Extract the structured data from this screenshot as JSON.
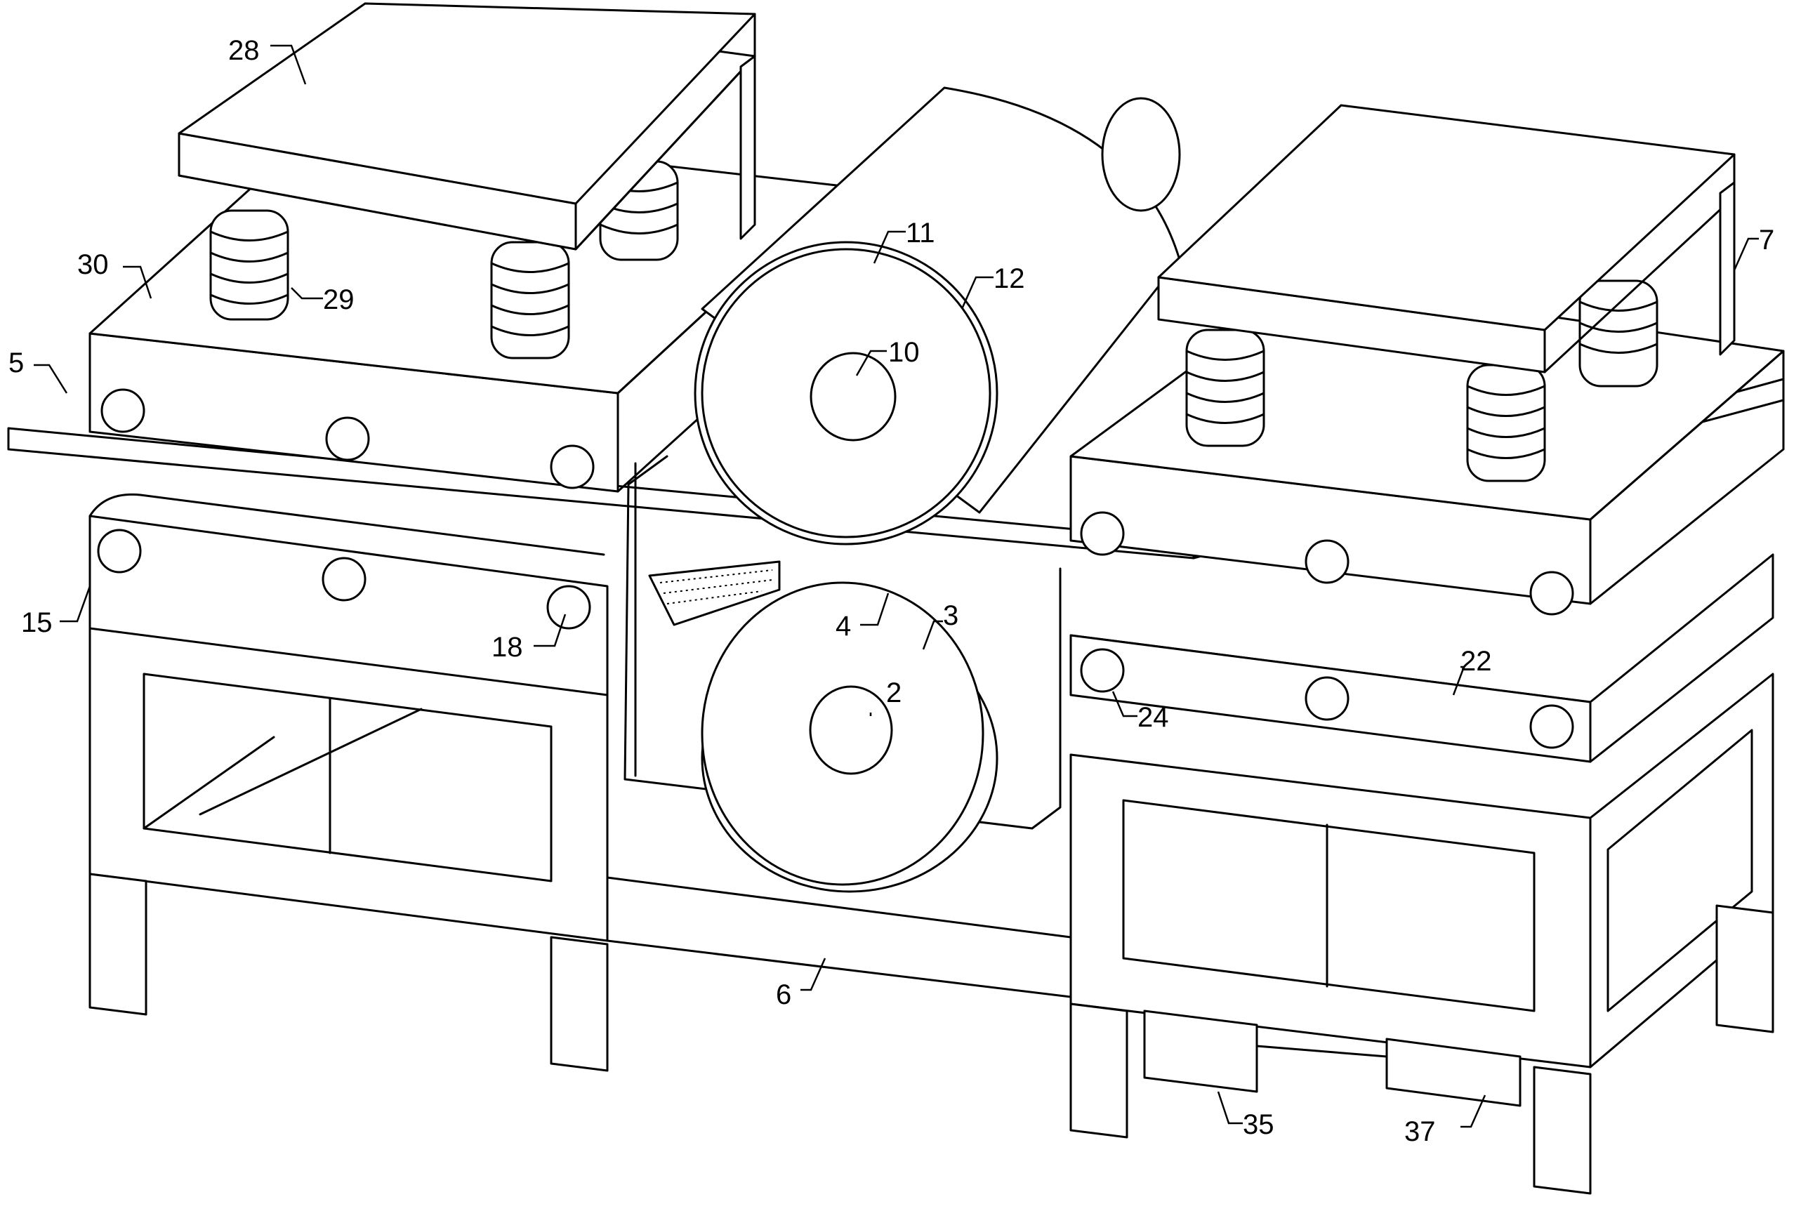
{
  "figure": {
    "labels": [
      {
        "id": "28",
        "text": "28"
      },
      {
        "id": "30",
        "text": "30"
      },
      {
        "id": "29",
        "text": "29"
      },
      {
        "id": "5",
        "text": "5"
      },
      {
        "id": "11",
        "text": "11"
      },
      {
        "id": "12",
        "text": "12"
      },
      {
        "id": "10",
        "text": "10"
      },
      {
        "id": "7",
        "text": "7"
      },
      {
        "id": "15",
        "text": "15"
      },
      {
        "id": "18",
        "text": "18"
      },
      {
        "id": "4",
        "text": "4"
      },
      {
        "id": "3",
        "text": "3"
      },
      {
        "id": "2",
        "text": "2"
      },
      {
        "id": "22",
        "text": "22"
      },
      {
        "id": "24",
        "text": "24"
      },
      {
        "id": "6",
        "text": "6"
      },
      {
        "id": "35",
        "text": "35"
      },
      {
        "id": "37",
        "text": "37"
      }
    ]
  }
}
